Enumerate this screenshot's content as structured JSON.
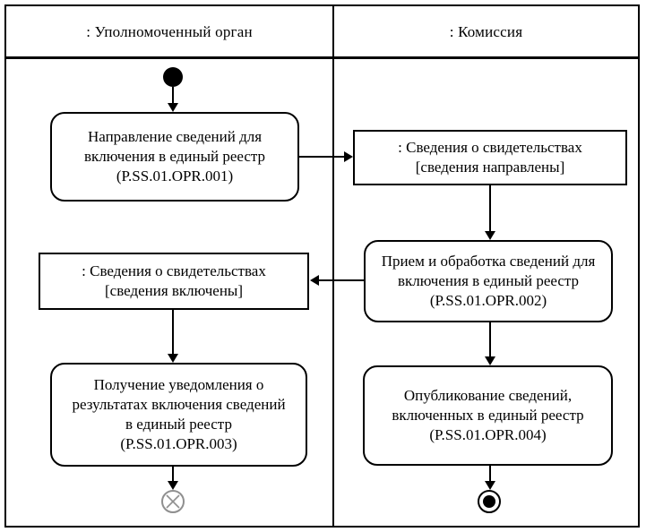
{
  "colors": {
    "line": "#000000",
    "background": "#ffffff",
    "flow_final_gray": "#8f8f8f"
  },
  "lanes": [
    {
      "title": ": Уполномоченный орган"
    },
    {
      "title": ": Комиссия"
    }
  ],
  "nodes": {
    "opr001": {
      "lines": [
        "Направление сведений для",
        "включения в единый реестр",
        "(P.SS.01.OPR.001)"
      ]
    },
    "obj_sent": {
      "lines": [
        ": Сведения о свидетельствах",
        "[сведения направлены]"
      ]
    },
    "opr002": {
      "lines": [
        "Прием и обработка сведений для",
        "включения в единый реестр",
        "(P.SS.01.OPR.002)"
      ]
    },
    "obj_included": {
      "lines": [
        ": Сведения о свидетельствах",
        "[сведения включены]"
      ]
    },
    "opr003": {
      "lines": [
        "Получение уведомления о",
        "результатах включения сведений",
        "в единый реестр",
        "(P.SS.01.OPR.003)"
      ]
    },
    "opr004": {
      "lines": [
        "Опубликование сведений,",
        "включенных в единый реестр",
        "(P.SS.01.OPR.004)"
      ]
    }
  }
}
